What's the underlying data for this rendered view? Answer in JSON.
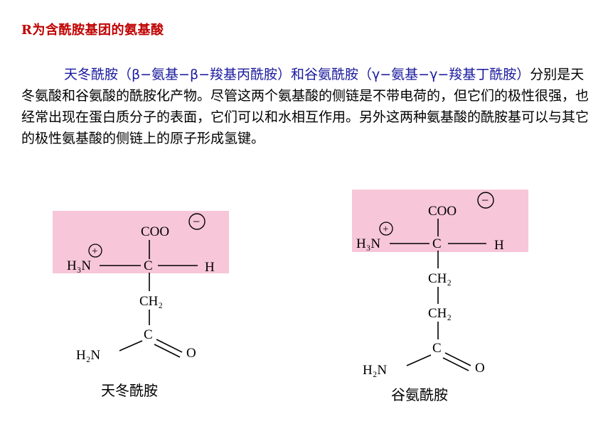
{
  "title": "R为含酰胺基团的氨基酸",
  "paragraph": {
    "highlight_1": "天冬酰胺（β−氨基−β−羧基丙酰胺）和谷氨酰胺（γ−氨基−γ−羧基丁酰胺）",
    "rest": "分别是天冬氨酸和谷氨酸的酰胺化产物。尽管这两个氨基酸的侧链是不带电荷的，但它们的极性很强，也经常出现在蛋白质分子的表面，它们可以和水相互作用。另外这两种氨基酸的酰胺基可以与其它的极性氨基酸的侧链上的原子形成氢键。"
  },
  "colors": {
    "title": "#c00000",
    "highlight_text": "#1a1a9e",
    "panel": "#f7c6d8"
  },
  "asparagine": {
    "caption": "天冬酰胺",
    "coo": "COO",
    "charge_neg": "−",
    "charge_pos": "+",
    "h3n": "H₃N",
    "c": "C",
    "h": "H",
    "ch2": "CH₂",
    "h2n": "H₂N",
    "o": "O"
  },
  "glutamine": {
    "caption": "谷氨酰胺",
    "coo": "COO",
    "charge_neg": "−",
    "charge_pos": "+",
    "h3n": "H₃N",
    "c": "C",
    "h": "H",
    "ch2_1": "CH₂",
    "ch2_2": "CH₂",
    "h2n": "H₂N",
    "o": "O"
  }
}
